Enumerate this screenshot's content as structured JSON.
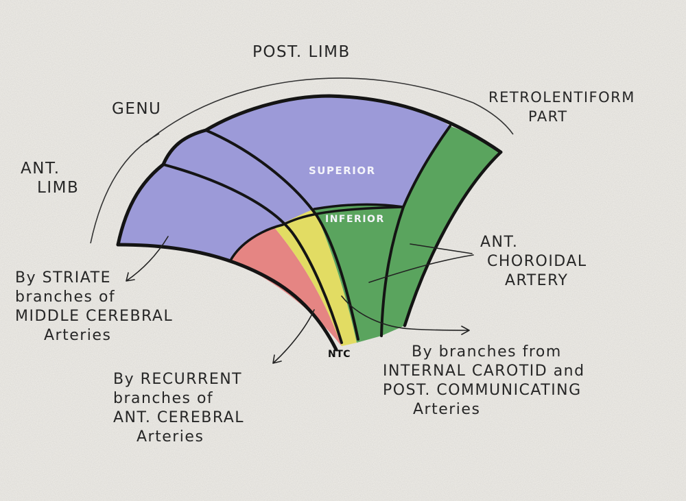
{
  "labels": {
    "post_limb": "POST. LIMB",
    "genu": "GENU",
    "retrolentiform": [
      "RETROLENTIFORM",
      "PART"
    ],
    "ant_limb": [
      "ANT.",
      "LIMB"
    ],
    "superior": "SUPERIOR",
    "inferior": "INFERIOR",
    "ntc": "NTC",
    "ant_choroidal": [
      "ANT.",
      "CHOROIDAL",
      "ARTERY"
    ],
    "striate": [
      "By STRIATE",
      "branches of",
      "MIDDLE CEREBRAL",
      "Arteries"
    ],
    "recurrent": [
      "By RECURRENT",
      "branches of",
      "ANT. CEREBRAL",
      "Arteries"
    ],
    "internal_carotid": [
      "By branches from",
      "INTERNAL CAROTID and",
      "POST. COMMUNICATING",
      "Arteries"
    ]
  },
  "colors": {
    "lavender": "#9c9ad8",
    "red": "#e58583",
    "yellow": "#e2dc63",
    "green": "#5aa45e",
    "outline": "#141414",
    "paper": "#f1efea"
  }
}
